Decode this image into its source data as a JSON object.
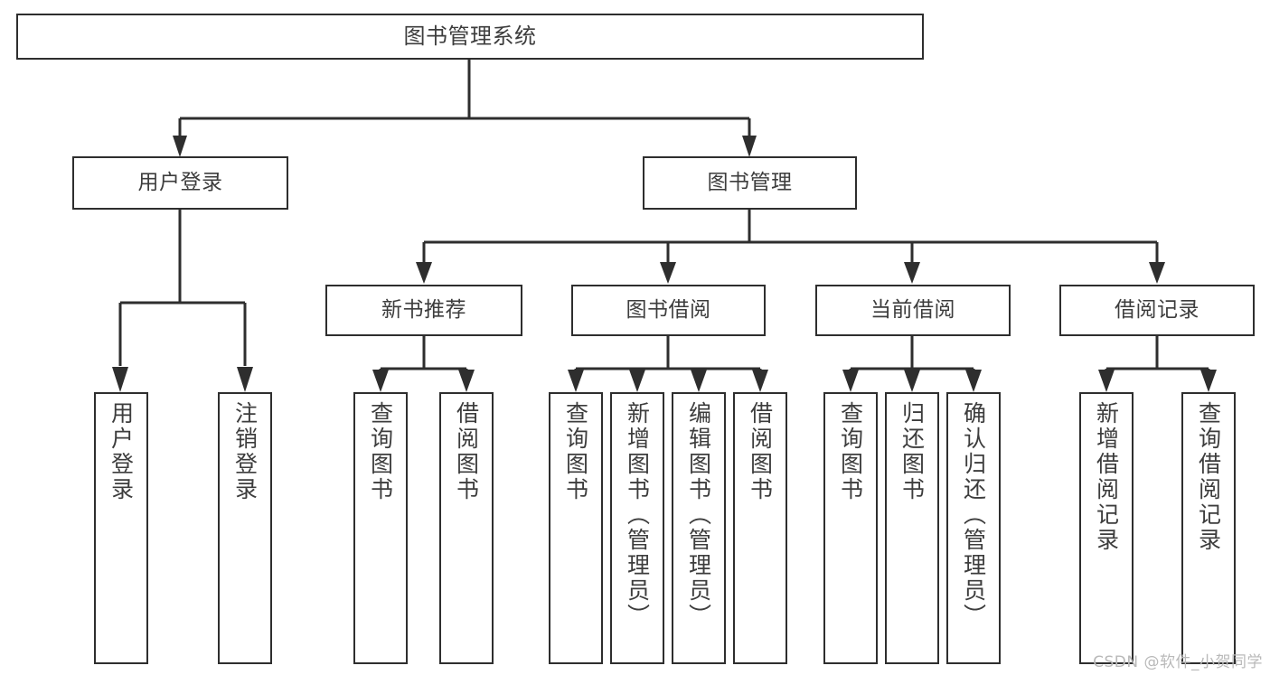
{
  "diagram": {
    "title": "图书管理系统",
    "type": "tree-hierarchy",
    "watermark": "CSDN @软件_小贺同学",
    "colors": {
      "background": "#ffffff",
      "box_border": "#2e2e2e",
      "box_fill": "#ffffff",
      "text": "#3d3d3d",
      "connector": "#2e2e2e",
      "watermark": "#b9b9b9"
    },
    "nodes": {
      "root": {
        "label": "图书管理系统"
      },
      "level1": [
        {
          "label": "用户登录"
        },
        {
          "label": "图书管理"
        }
      ],
      "level2": [
        {
          "label": "新书推荐"
        },
        {
          "label": "图书借阅"
        },
        {
          "label": "当前借阅"
        },
        {
          "label": "借阅记录"
        }
      ],
      "leaves": {
        "user_login": [
          {
            "label": "用户登录"
          },
          {
            "label": "注销登录"
          }
        ],
        "new_book_recommend": [
          {
            "label": "查询图书"
          },
          {
            "label": "借阅图书"
          }
        ],
        "book_borrow": [
          {
            "label": "查询图书"
          },
          {
            "label": "新增图书（管理员）"
          },
          {
            "label": "编辑图书（管理员）"
          },
          {
            "label": "借阅图书"
          }
        ],
        "current_borrow": [
          {
            "label": "查询图书"
          },
          {
            "label": "归还图书"
          },
          {
            "label": "确认归还（管理员）"
          }
        ],
        "borrow_record": [
          {
            "label": "新增借阅记录"
          },
          {
            "label": "查询借阅记录"
          }
        ]
      }
    }
  }
}
